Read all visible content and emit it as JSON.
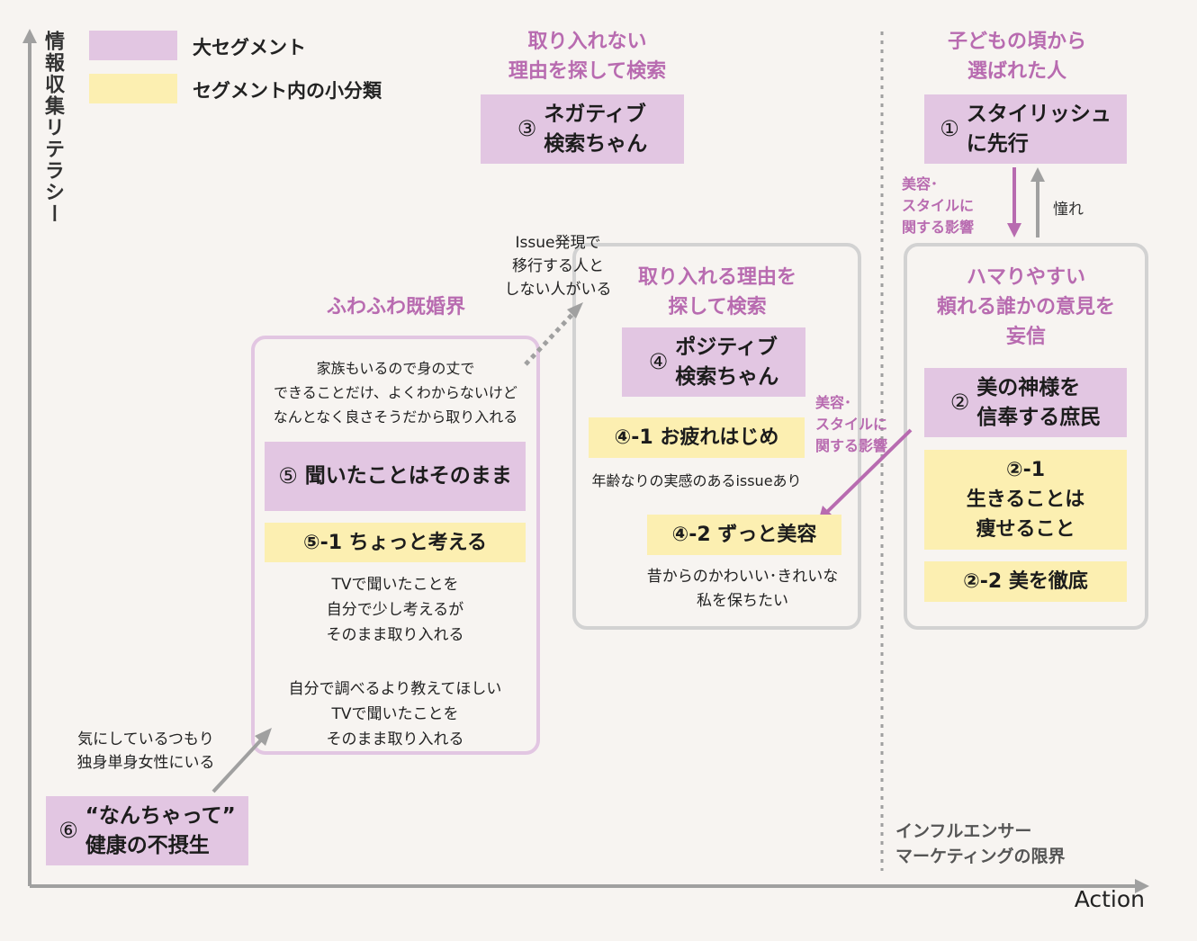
{
  "axes": {
    "y_label": "情報収集リテラシー",
    "x_label": "Action"
  },
  "legend": [
    {
      "label": "大セグメント",
      "color": "#e2c6e2"
    },
    {
      "label": "セグメント内の小分類",
      "color": "#fcefb1"
    }
  ],
  "zones": {
    "negative_header": "取り入れない\n理由を探して検索",
    "positive_header": "取り入れる理由を\n探して検索",
    "fuwafuwa_header": "ふわふわ既婚界",
    "childhood_header": "子どもの頃から\n選ばれた人",
    "hamari_header": "ハマりやすい\n頼れる誰かの意見を\n妄信",
    "influencer_limit": "インフルエンサー\nマーケティングの限界"
  },
  "segments": {
    "s1": {
      "num": "①",
      "label": "スタイリッシュ\nに先行"
    },
    "s2": {
      "num": "②",
      "label": "美の神様を\n信奉する庶民"
    },
    "s2_1": {
      "label": "②-1\n生きることは\n痩せること"
    },
    "s2_2": {
      "label": "②-2 美を徹底"
    },
    "s3": {
      "num": "③",
      "label": "ネガティブ\n検索ちゃん"
    },
    "s4": {
      "num": "④",
      "label": "ポジティブ\n検索ちゃん"
    },
    "s4_1": {
      "label": "④-1 お疲れはじめ"
    },
    "s4_2": {
      "label": "④-2 ずっと美容"
    },
    "s5": {
      "num": "⑤",
      "label": "聞いたことはそのまま"
    },
    "s5_1": {
      "label": "⑤-1 ちょっと考える"
    },
    "s6": {
      "num": "⑥",
      "label": "“なんちゃって”\n健康の不摂生"
    }
  },
  "notes": {
    "issue": "Issue発現で\n移行する人と\nしない人がいる",
    "family": "家族もいるので身の丈で\nできることだけ、よくわからないけど\nなんとなく良さそうだから取り入れる",
    "tv1": "TVで聞いたことを\n自分で少し考えるが\nそのまま取り入れる",
    "tv2": "自分で調べるより教えてほしい\nTVで聞いたことを\nそのまま取り入れる",
    "age": "年齢なりの実感のあるissueあり",
    "kawaii": "昔からのかわいい･きれいな\n私を保ちたい",
    "single": "気にしているつもり\n独身単身女性にいる",
    "influence_top": "美容･\nスタイルに\n関する影響",
    "akogare": "憧れ",
    "influence_mid": "美容･\nスタイルに\n関する影響"
  }
}
